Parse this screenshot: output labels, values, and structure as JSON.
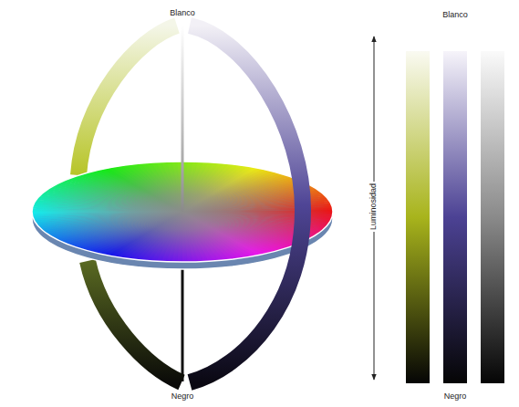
{
  "diagram": {
    "labels": [
      "Blanco",
      "Negro",
      "Luminosidad",
      "Blanco",
      "Negro"
    ]
  }
}
